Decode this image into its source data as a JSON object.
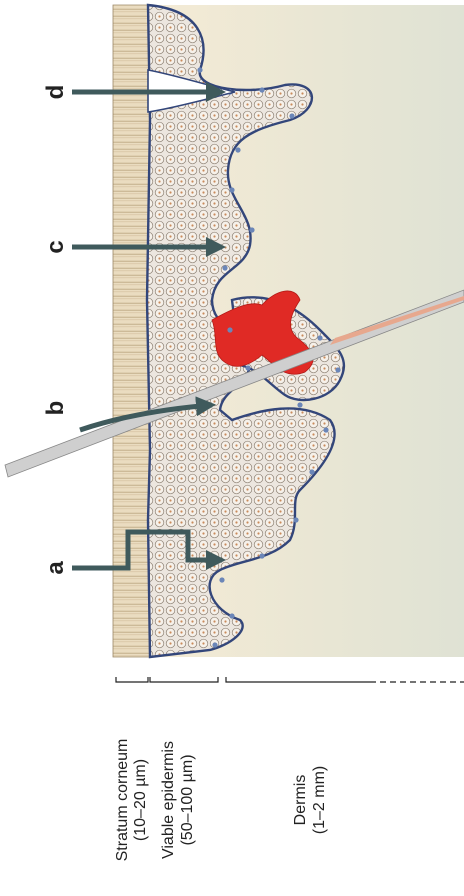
{
  "panel_markers": [
    "a",
    "b",
    "c",
    "d"
  ],
  "layers": [
    {
      "name": "Stratum corneum",
      "thickness": "(10–20 µm)"
    },
    {
      "name": "Viable epidermis",
      "thickness": "(50–100 µm)"
    },
    {
      "name": "Dermis",
      "thickness": "(1–2 mm)"
    }
  ],
  "colors": {
    "background_top": "#f6ecd7",
    "background_bottom": "#dfe0cf",
    "stratum_corneum": "#e9dcc0",
    "epidermis_fill": "#ece6df",
    "basal_cell": "#6b86b8",
    "blood": "#e02a25",
    "arrow": "#3f5a5c",
    "needle": "#cfcfcf",
    "needle_tip": "#e7a88e"
  },
  "icons": [
    "arrow-icon",
    "needle-icon",
    "blood-vessel-icon",
    "cell-pattern-icon"
  ]
}
